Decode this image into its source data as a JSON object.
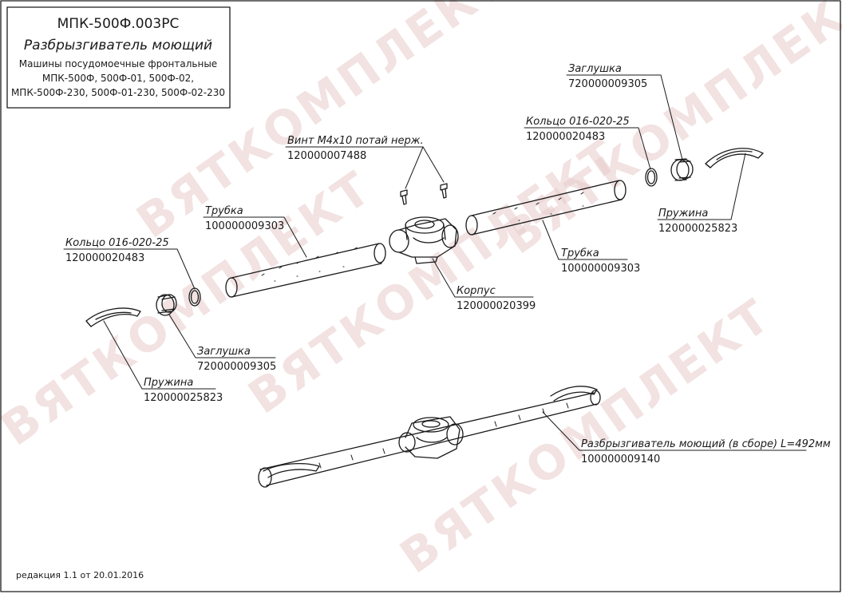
{
  "title_block": {
    "code": "МПК-500Ф.003РС",
    "name": "Разбрызгиватель моющий",
    "line1": "Машины посудомоечные фронтальные",
    "line2": "МПК-500Ф, 500Ф-01, 500Ф-02,",
    "line3": "МПК-500Ф-230, 500Ф-01-230, 500Ф-02-230"
  },
  "watermark": "ВЯТКОМПЛЕКТ",
  "revision": "редакция 1.1 от 20.01.2016",
  "callouts": {
    "vint": {
      "name": "Винт М4х10 потай нерж.",
      "code": "120000007488"
    },
    "trubka_left": {
      "name": "Трубка",
      "code": "100000009303"
    },
    "koltso_left": {
      "name": "Кольцо 016-020-25",
      "code": "120000020483"
    },
    "zaglushka_left": {
      "name": "Заглушка",
      "code": "720000009305"
    },
    "pruzhina_left": {
      "name": "Пружина",
      "code": "120000025823"
    },
    "korpus": {
      "name": "Корпус",
      "code": "120000020399"
    },
    "trubka_right": {
      "name": "Трубка",
      "code": "100000009303"
    },
    "koltso_right": {
      "name": "Кольцо 016-020-25",
      "code": "120000020483"
    },
    "zaglushka_right": {
      "name": "Заглушка",
      "code": "720000009305"
    },
    "pruzhina_right": {
      "name": "Пружина",
      "code": "120000025823"
    },
    "assembly": {
      "name": "Разбрызгиватель моющий (в сборе) L=492мм",
      "code": "100000009140"
    }
  }
}
